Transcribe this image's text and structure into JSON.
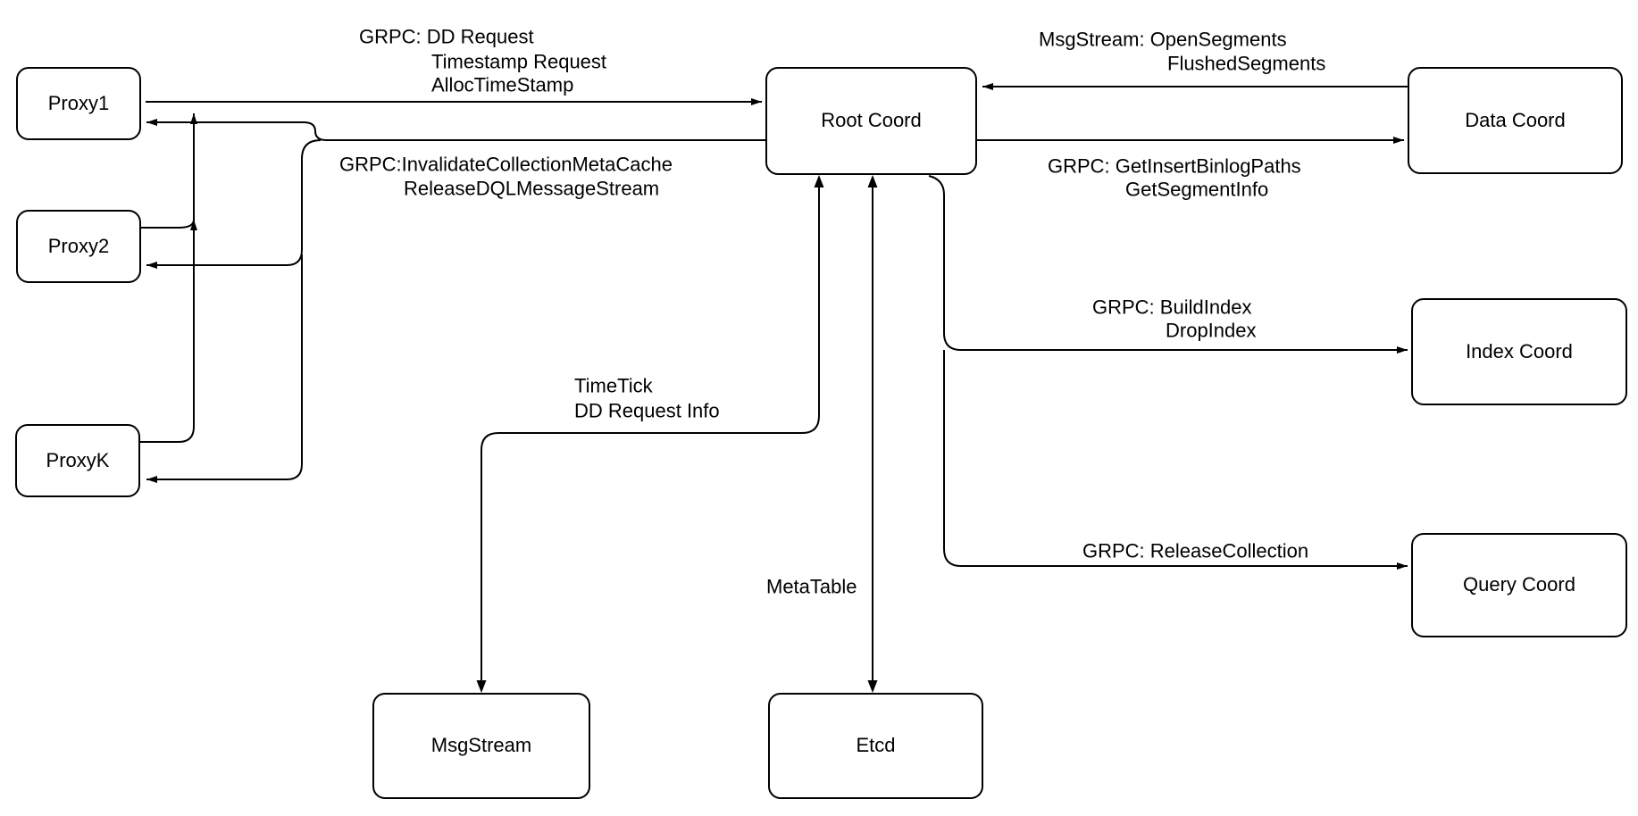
{
  "diagram": {
    "background": "#ffffff",
    "stroke_color": "#000000",
    "nodes": [
      {
        "id": "proxy1",
        "label": "Proxy1"
      },
      {
        "id": "proxy2",
        "label": "Proxy2"
      },
      {
        "id": "proxyk",
        "label": "ProxyK"
      },
      {
        "id": "root_coord",
        "label": "Root Coord"
      },
      {
        "id": "data_coord",
        "label": "Data Coord"
      },
      {
        "id": "index_coord",
        "label": "Index Coord"
      },
      {
        "id": "query_coord",
        "label": "Query Coord"
      },
      {
        "id": "msgstream",
        "label": "MsgStream"
      },
      {
        "id": "etcd",
        "label": "Etcd"
      }
    ],
    "edges": [
      {
        "from": "Proxy1/Proxy2/ProxyK",
        "to": "Root Coord",
        "direction": "one-way",
        "label_lines": [
          "GRPC: DD Request",
          "Timestamp Request",
          "AllocTimeStamp"
        ]
      },
      {
        "from": "Root Coord",
        "to": "Proxy1/Proxy2/ProxyK",
        "direction": "one-way",
        "label_lines": [
          "GRPC:InvalidateCollectionMetaCache",
          "ReleaseDQLMessageStream"
        ]
      },
      {
        "from": "Data Coord",
        "to": "Root Coord",
        "direction": "one-way",
        "label_lines": [
          "MsgStream: OpenSegments",
          "FlushedSegments"
        ]
      },
      {
        "from": "Root Coord",
        "to": "Data Coord",
        "direction": "one-way",
        "label_lines": [
          "GRPC: GetInsertBinlogPaths",
          "GetSegmentInfo"
        ]
      },
      {
        "from": "Root Coord",
        "to": "Index Coord",
        "direction": "one-way",
        "label_lines": [
          "GRPC: BuildIndex",
          "DropIndex"
        ]
      },
      {
        "from": "Root Coord",
        "to": "Query Coord",
        "direction": "one-way",
        "label_lines": [
          "GRPC: ReleaseCollection"
        ]
      },
      {
        "from": "Root Coord",
        "to": "MsgStream",
        "direction": "two-way",
        "label_lines": [
          "TimeTick",
          "DD Request Info"
        ]
      },
      {
        "from": "Root Coord",
        "to": "Etcd",
        "direction": "two-way",
        "label_lines": [
          "MetaTable"
        ]
      }
    ]
  }
}
